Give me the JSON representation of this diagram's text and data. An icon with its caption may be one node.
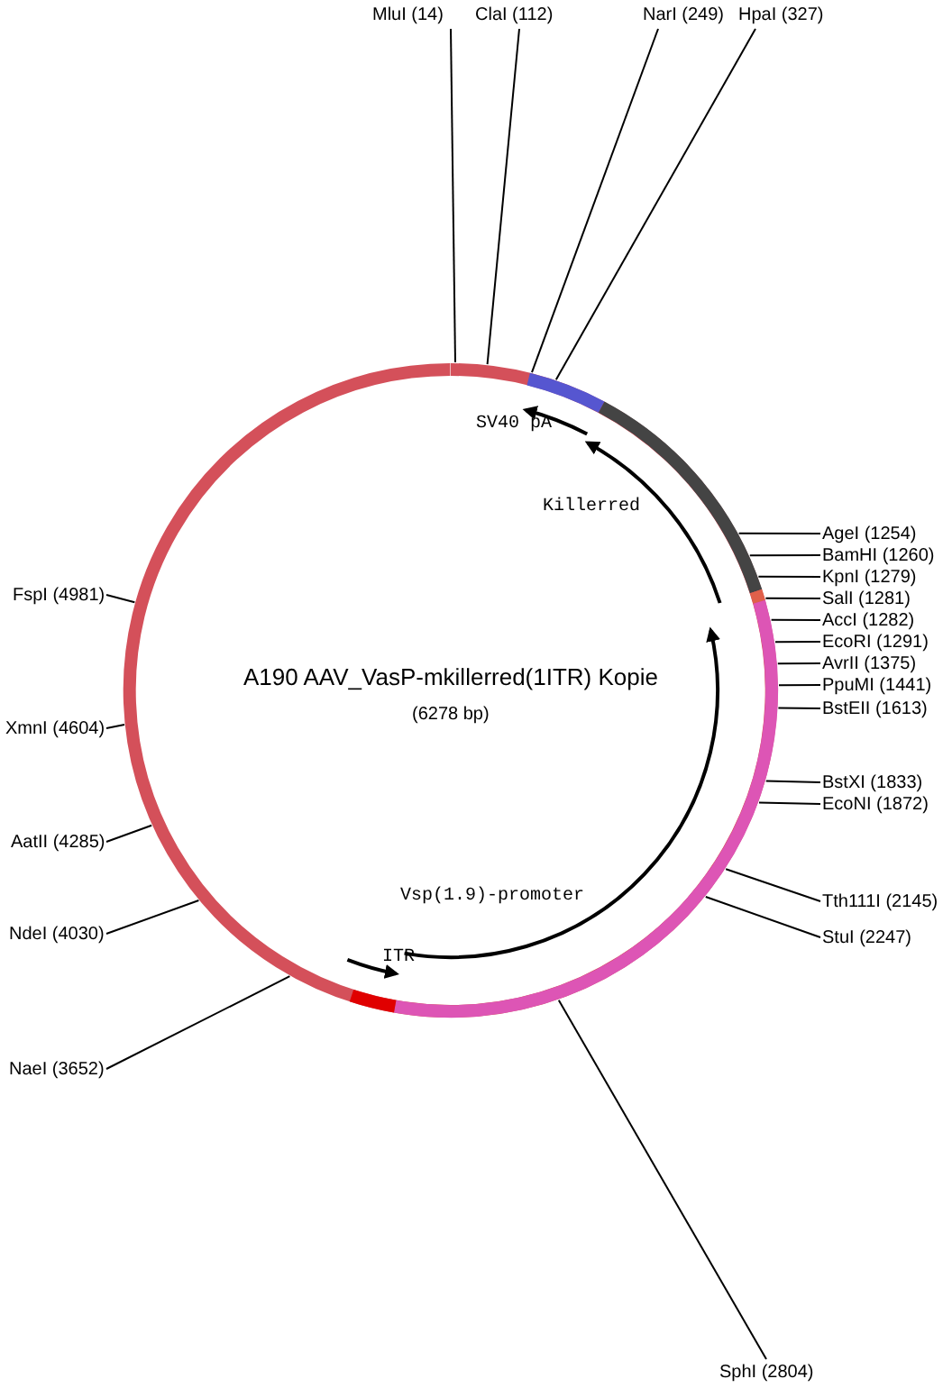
{
  "diagram": {
    "title": "A190 AAV_VasP-mkillerred(1ITR) Kopie",
    "nodes": [
      {
        "text": [
          "MluI (14)"
        ]
      },
      {
        "text": [
          "ClaI (112)"
        ]
      },
      {
        "text": [
          "NarI (249)"
        ]
      },
      {
        "text": [
          "HpaI (327)"
        ]
      },
      {
        "text": [
          "AgeI (1254)"
        ]
      },
      {
        "text": [
          "BamHI (1260)"
        ]
      },
      {
        "text": [
          "KpnI (1279)"
        ]
      },
      {
        "text": [
          "SalI (1281)"
        ]
      },
      {
        "text": [
          "AccI (1282)"
        ]
      },
      {
        "text": [
          "EcoRI (1291)"
        ]
      },
      {
        "text": [
          "AvrII (1375)"
        ]
      },
      {
        "text": [
          "PpuMI (1441)"
        ]
      },
      {
        "text": [
          "BstEII (1613)"
        ]
      },
      {
        "text": [
          "BstXI (1833)"
        ]
      },
      {
        "text": [
          "EcoNI (1872)"
        ]
      },
      {
        "text": [
          "Tth111I (2145)"
        ]
      },
      {
        "text": [
          "StuI (2247)"
        ]
      },
      {
        "text": [
          "SphI (2804)"
        ]
      },
      {
        "text": [
          "FspI (4981)"
        ]
      },
      {
        "text": [
          "XmnI (4604)"
        ]
      },
      {
        "text": [
          "AatII (4285)"
        ]
      },
      {
        "text": [
          "NdeI (4030)"
        ]
      },
      {
        "text": [
          "NaeI (3652)"
        ]
      }
    ],
    "edges": [
      {
        "from": 0,
        "to": null,
        "arrow": "none"
      },
      {
        "from": 1,
        "to": null,
        "arrow": "none"
      },
      {
        "from": 2,
        "to": null,
        "arrow": "none"
      },
      {
        "from": 3,
        "to": null,
        "arrow": "none"
      },
      {
        "from": 4,
        "to": null,
        "arrow": "none"
      },
      {
        "from": 5,
        "to": null,
        "arrow": "none"
      },
      {
        "from": 6,
        "to": null,
        "arrow": "none"
      },
      {
        "from": 7,
        "to": null,
        "arrow": "none"
      },
      {
        "from": 8,
        "to": null,
        "arrow": "none"
      },
      {
        "from": 9,
        "to": null,
        "arrow": "none"
      },
      {
        "from": 10,
        "to": null,
        "arrow": "none"
      },
      {
        "from": 11,
        "to": null,
        "arrow": "none"
      },
      {
        "from": 12,
        "to": null,
        "arrow": "none"
      },
      {
        "from": 13,
        "to": null,
        "arrow": "none"
      },
      {
        "from": 14,
        "to": null,
        "arrow": "none"
      },
      {
        "from": 15,
        "to": null,
        "arrow": "none"
      },
      {
        "from": 16,
        "to": null,
        "arrow": "none"
      },
      {
        "from": 17,
        "to": null,
        "arrow": "none"
      },
      {
        "from": 18,
        "to": null,
        "arrow": "none"
      },
      {
        "from": 19,
        "to": null,
        "arrow": "none"
      },
      {
        "from": 20,
        "to": null,
        "arrow": "none"
      },
      {
        "from": 21,
        "to": null,
        "arrow": "none"
      },
      {
        "from": 22,
        "to": null,
        "arrow": "none"
      }
    ],
    "labels": [
      "SV40 pA",
      "Killerred",
      "(6278 bp)",
      "Vsp(1.9)-promoter",
      "ITR"
    ]
  }
}
